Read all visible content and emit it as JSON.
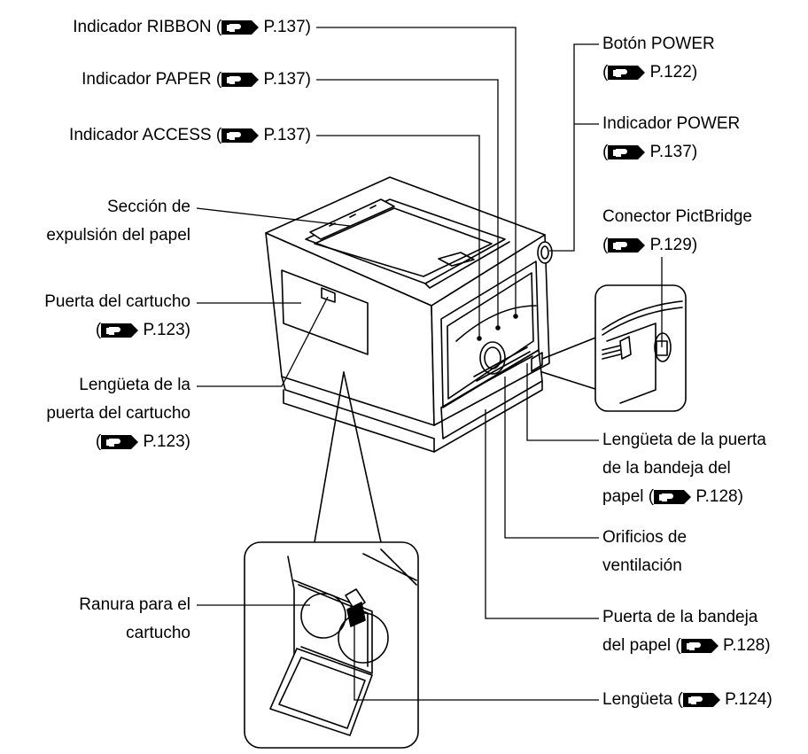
{
  "labels": {
    "ribbon_indicator": {
      "name": "Indicador RIBBON",
      "ref": "P.137"
    },
    "paper_indicator": {
      "name": "Indicador PAPER",
      "ref": "P.137"
    },
    "access_indicator": {
      "name": "Indicador ACCESS",
      "ref": "P.137"
    },
    "eject_section": {
      "line1": "Sección de",
      "line2": "expulsión del papel"
    },
    "cartridge_door": {
      "name": "Puerta del cartucho",
      "ref": "P.123"
    },
    "cartridge_door_tab": {
      "line1": "Lengüeta de la",
      "line2": "puerta del cartucho",
      "ref": "P.123"
    },
    "cartridge_slot": {
      "line1": "Ranura para el",
      "line2": "cartucho"
    },
    "power_button": {
      "name": "Botón POWER",
      "ref": "P.122"
    },
    "power_indicator": {
      "name": "Indicador POWER",
      "ref": "P.137"
    },
    "pictbridge_connector": {
      "name": "Conector PictBridge",
      "ref": "P.129"
    },
    "paper_tray_door_tab": {
      "line1": "Lengüeta de la puerta",
      "line2": "de la bandeja del",
      "line3": "papel",
      "ref": "P.128"
    },
    "vent_holes": {
      "line1": "Orificios de",
      "line2": "ventilación"
    },
    "paper_tray_door": {
      "line1": "Puerta de la bandeja",
      "line2": "del papel",
      "ref": "P.128"
    },
    "tab": {
      "name": "Lengüeta",
      "ref": "P.124"
    }
  },
  "colors": {
    "stroke": "#000000",
    "fill": "#ffffff",
    "icon_fill": "#000000"
  },
  "icons": {
    "ref_icon": "pointing-hand-icon"
  }
}
